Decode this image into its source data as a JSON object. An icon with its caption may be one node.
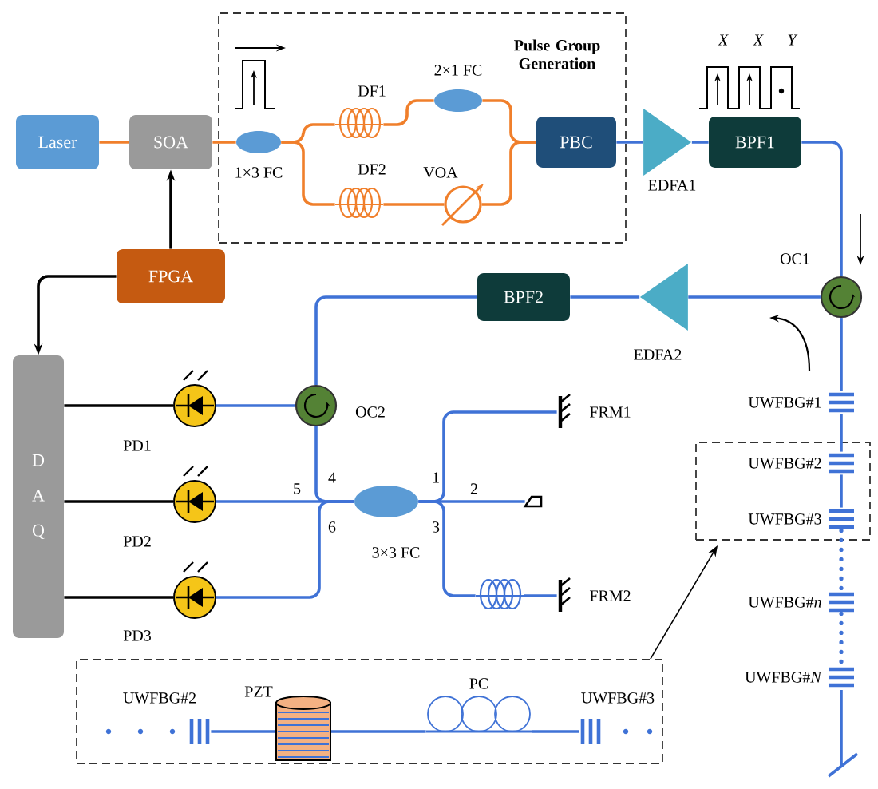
{
  "diagram": {
    "nodes": [
      {
        "text": [
          "Laser"
        ]
      },
      {
        "text": [
          "SOA"
        ]
      },
      {
        "text": [
          "Pulse Group Generation"
        ]
      },
      {
        "text": [
          "1×3 FC"
        ],
        "in": 2
      },
      {
        "text": [
          "DF1"
        ],
        "in": 2
      },
      {
        "text": [
          "DF2"
        ],
        "in": 2
      },
      {
        "text": [
          "2×1 FC"
        ],
        "in": 2
      },
      {
        "text": [
          "VOA"
        ],
        "in": 2
      },
      {
        "text": [
          "PBC"
        ],
        "in": 2
      },
      {
        "text": [
          "EDFA1"
        ]
      },
      {
        "text": [
          "BPF1"
        ]
      },
      {
        "text": [
          "OC1"
        ]
      },
      {
        "text": [
          "EDFA2"
        ]
      },
      {
        "text": [
          "BPF2"
        ]
      },
      {
        "text": [
          "OC2"
        ]
      },
      {
        "text": [
          "FPGA"
        ]
      },
      {
        "text": [
          "D A Q"
        ]
      },
      {
        "text": [
          "PD1"
        ]
      },
      {
        "text": [
          "PD2"
        ]
      },
      {
        "text": [
          "PD3"
        ]
      },
      {
        "text": [
          "3×3 FC"
        ]
      },
      {
        "text": [
          "FRM1"
        ]
      },
      {
        "text": [],
        "shape": "box"
      },
      {
        "text": [],
        "shape": "coil"
      },
      {
        "text": [
          "FRM2"
        ]
      },
      {
        "text": [
          "UWFBG#1"
        ]
      },
      {
        "text": [],
        "shape": "box"
      },
      {
        "text": [
          "UWFBG#2"
        ],
        "in": 26
      },
      {
        "text": [
          "UWFBG#3"
        ],
        "in": 26
      },
      {
        "text": [
          "UWFBG#*n*"
        ]
      },
      {
        "text": [
          "UWFBG#*N*"
        ]
      },
      {
        "text": [],
        "shape": "box"
      },
      {
        "text": [
          "UWFBG#2"
        ],
        "in": 31
      },
      {
        "text": [
          "PZT"
        ],
        "in": 31
      },
      {
        "text": [
          "PC"
        ],
        "in": 31
      },
      {
        "text": [
          "UWFBG#3"
        ],
        "in": 31
      }
    ],
    "edges": [
      {
        "from": 0,
        "to": 1,
        "arrow": "none",
        "color": "#f07f2b"
      },
      {
        "from": 1,
        "to": 3,
        "arrow": "none",
        "color": "#f07f2b"
      },
      {
        "from": 3,
        "to": 4,
        "arrow": "none",
        "color": "#f07f2b"
      },
      {
        "from": 3,
        "to": 5,
        "arrow": "none",
        "color": "#f07f2b"
      },
      {
        "from": 4,
        "to": 6,
        "arrow": "none",
        "color": "#f07f2b"
      },
      {
        "from": 5,
        "to": 7,
        "arrow": "none",
        "color": "#f07f2b"
      },
      {
        "from": 6,
        "to": 8,
        "arrow": "none",
        "color": "#f07f2b"
      },
      {
        "from": 7,
        "to": 8,
        "arrow": "none",
        "color": "#f07f2b"
      },
      {
        "from": 15,
        "to": 1,
        "arrow": "to",
        "color": "#000000"
      },
      {
        "from": 15,
        "to": 16,
        "arrow": "to",
        "color": "#000000"
      },
      {
        "from": 8,
        "to": 9,
        "arrow": "none"
      },
      {
        "from": 9,
        "to": 10,
        "arrow": "none"
      },
      {
        "from": 10,
        "to": 11,
        "arrow": "none"
      },
      {
        "from": 11,
        "to": 12,
        "arrow": "none"
      },
      {
        "from": 12,
        "to": 13,
        "arrow": "none"
      },
      {
        "from": 13,
        "to": 14,
        "arrow": "none"
      },
      {
        "from": 14,
        "to": 17,
        "arrow": "none"
      },
      {
        "from": 14,
        "to": 20,
        "arrow": "none"
      },
      {
        "from": 20,
        "to": 18,
        "arrow": "none"
      },
      {
        "from": 20,
        "to": 19,
        "arrow": "none"
      },
      {
        "from": 20,
        "to": 21,
        "arrow": "none"
      },
      {
        "from": 20,
        "to": 22,
        "arrow": "none"
      },
      {
        "from": 20,
        "to": 23,
        "arrow": "none"
      },
      {
        "from": 23,
        "to": 24,
        "arrow": "none"
      },
      {
        "from": 11,
        "to": 25,
        "arrow": "none"
      },
      {
        "from": 25,
        "to": 27,
        "arrow": "none"
      },
      {
        "from": 27,
        "to": 28,
        "arrow": "none"
      },
      {
        "from": 28,
        "to": 29,
        "arrow": "none",
        "style": "dashed"
      },
      {
        "from": 29,
        "to": 30,
        "arrow": "none",
        "style": "dashed"
      },
      {
        "from": 17,
        "to": 16,
        "arrow": "none",
        "color": "#000000"
      },
      {
        "from": 18,
        "to": 16,
        "arrow": "none",
        "color": "#000000"
      },
      {
        "from": 19,
        "to": 16,
        "arrow": "none",
        "color": "#000000"
      },
      {
        "from": 32,
        "to": 33,
        "arrow": "none"
      },
      {
        "from": 33,
        "to": 34,
        "arrow": "none"
      },
      {
        "from": 34,
        "to": 35,
        "arrow": "none"
      },
      {
        "from": 31,
        "to": 26,
        "arrow": "to",
        "color": "#000000"
      }
    ],
    "labels": [
      "X",
      "X",
      "Y",
      "4",
      "5",
      "6",
      "1",
      "2",
      "3"
    ]
  }
}
